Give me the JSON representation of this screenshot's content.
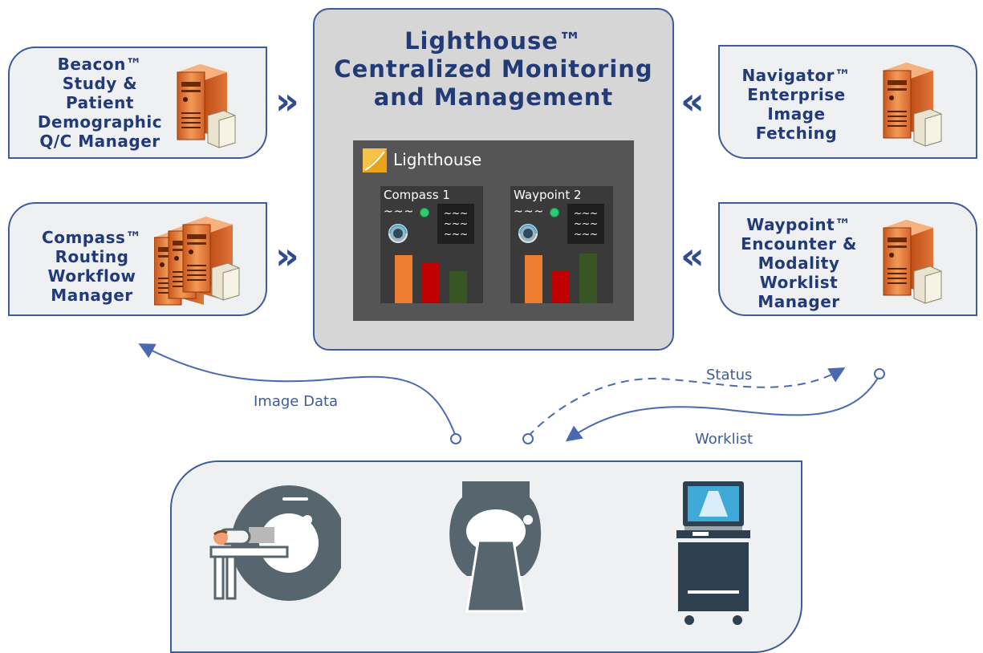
{
  "center": {
    "title_line1": "Lighthouse™",
    "title_line2": "Centralized Monitoring",
    "title_line3": "and Management"
  },
  "dashboard": {
    "app_name": "Lighthouse",
    "panels": [
      {
        "name": "Compass 1",
        "squiggle": "~~~",
        "readout": [
          "~~~",
          "~~~",
          "~~~"
        ]
      },
      {
        "name": "Waypoint 2",
        "squiggle": "~~~",
        "readout": [
          "~~~",
          "~~~",
          "~~~"
        ]
      }
    ]
  },
  "cards": {
    "beacon": "Beacon™\nStudy &\nPatient\nDemographic\nQ/C Manager",
    "compass": "Compass™\nRouting\nWorkflow\nManager",
    "navigator": "Navigator™\nEnterprise\nImage\nFetching",
    "waypoint": "Waypoint™\nEncounter &\nModality\nWorklist\nManager"
  },
  "chevrons": {
    "right": "»",
    "left": "«"
  },
  "flows": {
    "image_data": "Image Data",
    "status": "Status",
    "worklist": "Worklist"
  },
  "colors": {
    "border": "#3e5b9a",
    "title_text": "#223a76",
    "bar_orange": "#ed7d31",
    "bar_red": "#c00000",
    "bar_green": "#375623",
    "server_orange": "#e8742c",
    "status_dot": "#2ecc71",
    "device_gray": "#56656e",
    "device_dark": "#2f4050",
    "screen_blue": "#3fa9d8"
  },
  "icons": [
    "server-icon",
    "server-stack-icon",
    "mri-scanner-icon",
    "ct-scanner-icon",
    "ultrasound-cart-icon",
    "lighthouse-logo-icon",
    "dial-icon",
    "status-dot-icon"
  ]
}
